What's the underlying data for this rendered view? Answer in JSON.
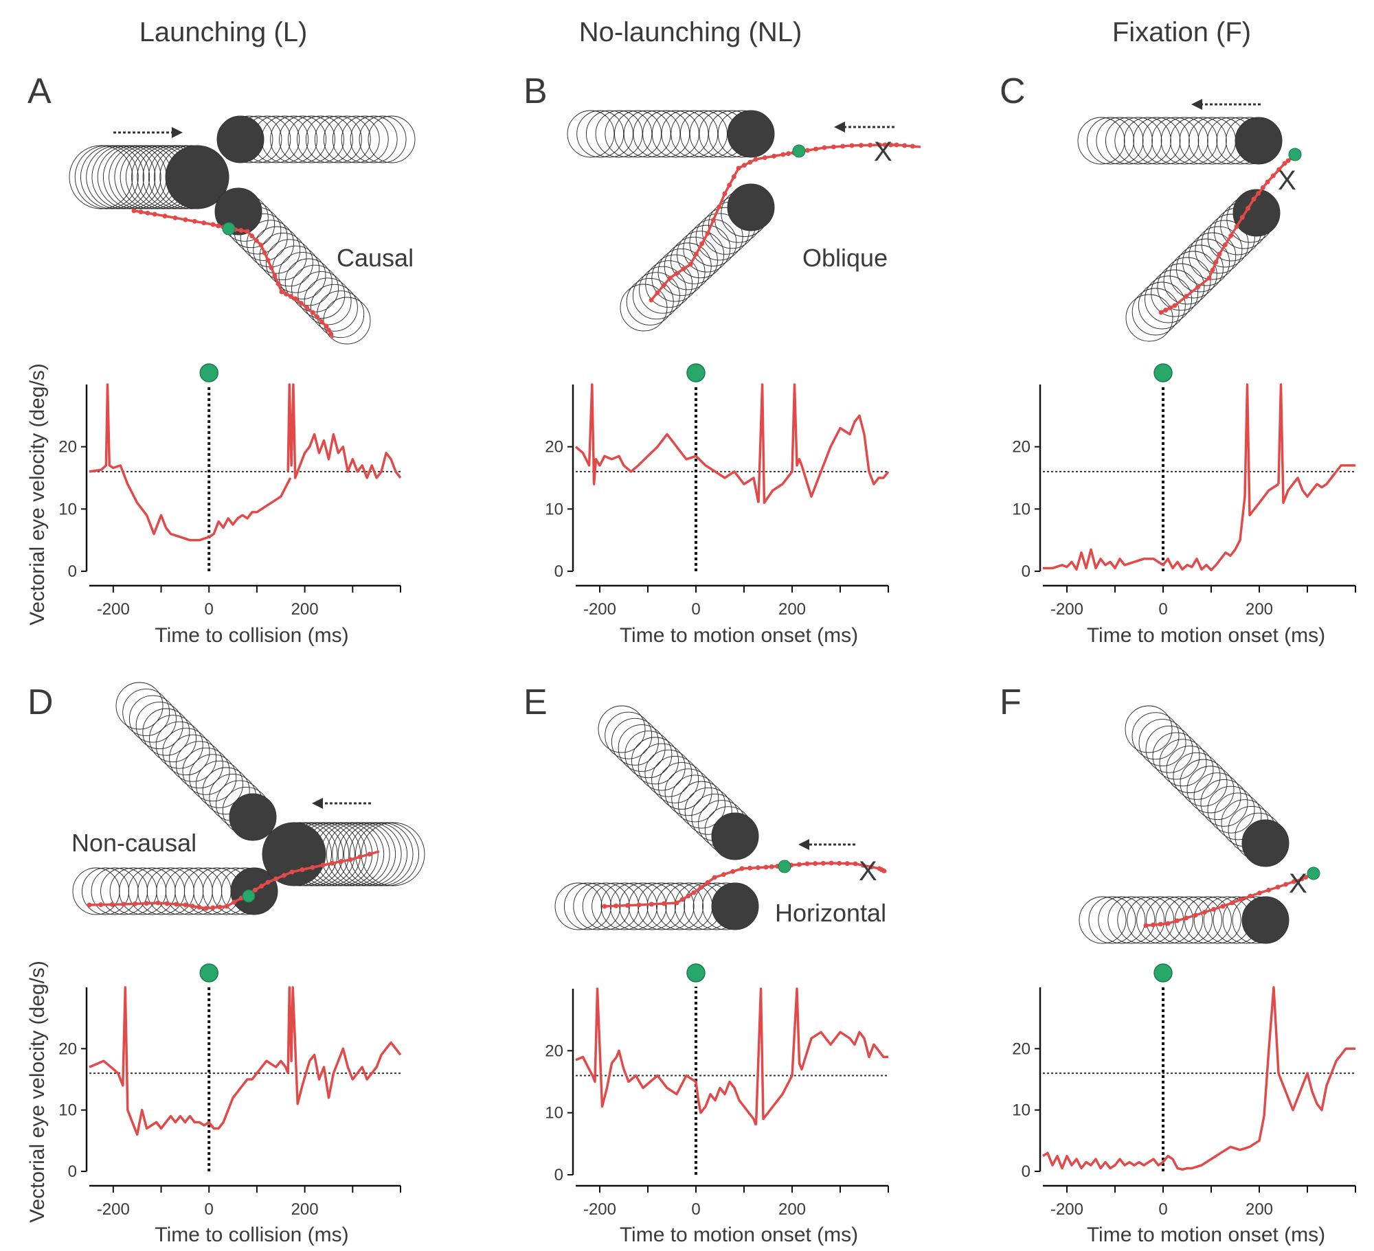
{
  "columns": [
    "Launching (L)",
    "No-launching (NL)",
    "Fixation (F)"
  ],
  "colors": {
    "trace": "#e24a4a",
    "marker": "#27a86a",
    "ball": "#3d3d3d"
  },
  "y_axis_label": "Vectorial eye velocity (deg/s)",
  "panels": [
    {
      "letter": "A",
      "label": "Causal",
      "xlabel": "Time to collision (ms)",
      "x_ticks": [
        "-200",
        "0",
        "200"
      ],
      "y_ticks": [
        "0",
        "10",
        "20"
      ]
    },
    {
      "letter": "B",
      "label": "Oblique",
      "xlabel": "Time to motion onset (ms)",
      "x_ticks": [
        "-200",
        "0",
        "200"
      ],
      "y_ticks": [
        "0",
        "10",
        "20"
      ]
    },
    {
      "letter": "C",
      "label": "",
      "xlabel": "Time to motion onset (ms)",
      "x_ticks": [
        "-200",
        "0",
        "200"
      ],
      "y_ticks": [
        "0",
        "10",
        "20"
      ]
    },
    {
      "letter": "D",
      "label": "Non-causal",
      "xlabel": "Time to collision (ms)",
      "x_ticks": [
        "-200",
        "0",
        "200"
      ],
      "y_ticks": [
        "0",
        "10",
        "20"
      ]
    },
    {
      "letter": "E",
      "label": "Horizontal",
      "xlabel": "Time to motion onset (ms)",
      "x_ticks": [
        "-200",
        "0",
        "200"
      ],
      "y_ticks": [
        "0",
        "10",
        "20"
      ]
    },
    {
      "letter": "F",
      "label": "",
      "xlabel": "Time to motion onset (ms)",
      "x_ticks": [
        "-200",
        "0",
        "200"
      ],
      "y_ticks": [
        "0",
        "10",
        "20"
      ]
    }
  ],
  "x_marks": [
    "X",
    "X",
    "X",
    "X"
  ],
  "chart_data": [
    {
      "type": "line",
      "panel": "A",
      "xlabel": "Time to collision (ms)",
      "ylabel": "Vectorial eye velocity (deg/s)",
      "xlim": [
        -250,
        400
      ],
      "ylim": [
        0,
        30
      ],
      "reference_y": 16,
      "series": [
        {
          "x": [
            -250,
            -225,
            -215,
            -212,
            -208,
            -200,
            -185,
            -170,
            -150,
            -130,
            -115,
            -100,
            -90,
            -80,
            -60,
            -40,
            -20,
            0,
            10,
            20,
            30,
            40,
            50,
            60,
            70,
            80,
            90,
            100,
            110,
            130,
            150,
            170
          ],
          "y": [
            16,
            16.3,
            17,
            30,
            17,
            16.6,
            17,
            14,
            11,
            9,
            6,
            9,
            7,
            6,
            5.5,
            5,
            5,
            5.5,
            6,
            8,
            7,
            8.5,
            7.5,
            8.5,
            9,
            8.5,
            9.5,
            9.5,
            10,
            11,
            12,
            15
          ]
        },
        {
          "x": [
            165,
            168,
            172,
            176,
            180,
            190,
            200,
            210,
            220,
            230,
            240,
            250,
            260,
            270,
            280,
            290,
            300,
            310,
            320,
            330,
            340,
            350,
            360,
            370,
            380,
            390,
            400
          ],
          "y": [
            16,
            30,
            17,
            30,
            15,
            17,
            19,
            20,
            22,
            19,
            21,
            18,
            22,
            19,
            20,
            16,
            18,
            16,
            17,
            15,
            17,
            15,
            16,
            19,
            18,
            16,
            15
          ]
        }
      ]
    },
    {
      "type": "line",
      "panel": "B",
      "xlabel": "Time to motion onset (ms)",
      "ylabel": "Vectorial eye velocity (deg/s)",
      "xlim": [
        -250,
        400
      ],
      "ylim": [
        0,
        30
      ],
      "reference_y": 16,
      "series": [
        {
          "x": [
            -250,
            -235,
            -222,
            -216,
            -212,
            -208,
            -200,
            -190,
            -175,
            -160,
            -150,
            -135,
            -120,
            -100,
            -80,
            -60,
            -40,
            -20,
            0,
            20,
            40,
            60,
            80,
            100,
            120,
            130
          ],
          "y": [
            20,
            19,
            17,
            30,
            14,
            18,
            17,
            18.5,
            18,
            18.5,
            17,
            16,
            17,
            18.5,
            20,
            22,
            20,
            18,
            18.5,
            17,
            16,
            15,
            16,
            14,
            15,
            11
          ]
        },
        {
          "x": [
            130,
            138,
            142,
            160,
            180,
            200,
            205,
            210,
            215,
            220,
            240,
            260,
            280,
            300,
            320,
            330,
            340,
            350,
            360,
            370,
            380,
            390,
            400
          ],
          "y": [
            11,
            30,
            11,
            13,
            14,
            16,
            30,
            17,
            18,
            17,
            12,
            16,
            20,
            23,
            22,
            24,
            25,
            22,
            16,
            14,
            15,
            15,
            16
          ]
        }
      ]
    },
    {
      "type": "line",
      "panel": "C",
      "xlabel": "Time to motion onset (ms)",
      "ylabel": "Vectorial eye velocity (deg/s)",
      "xlim": [
        -250,
        400
      ],
      "ylim": [
        0,
        30
      ],
      "reference_y": 16,
      "series": [
        {
          "x": [
            -250,
            -230,
            -210,
            -200,
            -190,
            -180,
            -170,
            -160,
            -150,
            -140,
            -130,
            -120,
            -110,
            -100,
            -90,
            -80,
            -60,
            -40,
            -20,
            0,
            10,
            20,
            30,
            40,
            50,
            60,
            70,
            80,
            90,
            100,
            110,
            120,
            130,
            140,
            150,
            160,
            170,
            175,
            180,
            190,
            200,
            220,
            240
          ],
          "y": [
            0.5,
            0.5,
            1,
            0.7,
            1.5,
            0.3,
            3,
            0.5,
            3.5,
            0.5,
            2,
            1,
            1.5,
            0.5,
            2,
            1,
            1.5,
            2,
            2,
            1,
            2,
            0.5,
            1.5,
            0.3,
            1,
            0.7,
            2,
            0.3,
            1,
            0.2,
            1,
            2,
            3,
            2.5,
            3.5,
            5,
            12,
            30,
            9,
            10,
            11,
            13,
            14
          ]
        },
        {
          "x": [
            240,
            245,
            250,
            260,
            270,
            280,
            290,
            300,
            310,
            320,
            330,
            340,
            350,
            360,
            370,
            380,
            390,
            400
          ],
          "y": [
            14,
            30,
            11,
            13,
            14,
            15,
            13,
            12,
            13,
            14,
            13.5,
            14,
            15,
            16,
            17,
            17,
            17,
            17
          ]
        }
      ]
    },
    {
      "type": "line",
      "panel": "D",
      "xlabel": "Time to collision (ms)",
      "ylabel": "Vectorial eye velocity (deg/s)",
      "xlim": [
        -250,
        400
      ],
      "ylim": [
        0,
        30
      ],
      "reference_y": 16,
      "series": [
        {
          "x": [
            -250,
            -235,
            -220,
            -205,
            -190,
            -180,
            -175,
            -170,
            -160,
            -150,
            -140,
            -130,
            -120,
            -110,
            -100,
            -90,
            -80,
            -70,
            -60,
            -50,
            -40,
            -30,
            -20,
            -10,
            0,
            10,
            20,
            30,
            40,
            50,
            60,
            70,
            80,
            90,
            100,
            110,
            120,
            130,
            140,
            150,
            160,
            165
          ],
          "y": [
            17,
            17.5,
            18,
            17,
            16,
            14,
            30,
            10,
            8,
            6,
            10,
            7,
            7.5,
            8,
            7,
            8,
            9,
            8,
            9,
            8,
            9,
            8,
            8,
            7.5,
            8,
            7,
            7,
            8,
            10,
            12,
            13,
            14,
            15,
            15,
            16,
            17,
            18,
            17.5,
            17,
            18,
            17,
            16
          ]
        },
        {
          "x": [
            165,
            168,
            172,
            175,
            185,
            195,
            210,
            220,
            230,
            240,
            250,
            260,
            270,
            280,
            290,
            300,
            310,
            320,
            330,
            340,
            350,
            360,
            370,
            380,
            390,
            400
          ],
          "y": [
            16,
            30,
            18,
            30,
            11,
            14,
            18,
            19,
            15,
            17,
            12,
            16,
            18,
            20,
            17,
            15,
            16,
            17,
            15,
            16,
            17,
            19,
            20,
            21,
            20,
            19
          ]
        }
      ]
    },
    {
      "type": "line",
      "panel": "E",
      "xlabel": "Time to motion onset (ms)",
      "ylabel": "Vectorial eye velocity (deg/s)",
      "xlim": [
        -250,
        400
      ],
      "ylim": [
        0,
        30
      ],
      "reference_y": 16,
      "series": [
        {
          "x": [
            -250,
            -235,
            -222,
            -215,
            -210,
            -205,
            -195,
            -185,
            -175,
            -165,
            -160,
            -150,
            -140,
            -125,
            -110,
            -95,
            -80,
            -60,
            -40,
            -20,
            0,
            5,
            10,
            20,
            30,
            40,
            50,
            60,
            70,
            80,
            90,
            100,
            110,
            120,
            125
          ],
          "y": [
            18.5,
            19,
            17,
            16,
            15,
            30,
            11,
            14,
            18,
            19,
            20,
            17,
            15,
            16,
            14,
            15,
            16,
            14,
            13,
            16,
            15,
            12,
            10,
            11,
            13,
            12,
            14,
            13,
            15,
            14,
            12,
            11,
            10,
            9,
            8
          ]
        },
        {
          "x": [
            125,
            135,
            140,
            160,
            180,
            200,
            210,
            215,
            220,
            240,
            260,
            280,
            300,
            320,
            330,
            340,
            350,
            360,
            370,
            380,
            390,
            400
          ],
          "y": [
            8,
            30,
            9,
            11,
            13,
            16,
            30,
            18,
            17,
            22,
            23,
            21,
            23,
            22,
            21,
            23,
            22,
            19,
            21,
            20,
            19,
            19
          ]
        }
      ]
    },
    {
      "type": "line",
      "panel": "F",
      "xlabel": "Time to motion onset (ms)",
      "ylabel": "Vectorial eye velocity (deg/s)",
      "xlim": [
        -250,
        400
      ],
      "ylim": [
        0,
        30
      ],
      "reference_y": 16,
      "series": [
        {
          "x": [
            -250,
            -240,
            -230,
            -220,
            -210,
            -200,
            -190,
            -180,
            -170,
            -160,
            -150,
            -140,
            -130,
            -120,
            -110,
            -100,
            -90,
            -80,
            -70,
            -60,
            -50,
            -40,
            -30,
            -20,
            -10,
            0,
            10,
            20,
            30,
            40,
            50,
            60,
            80,
            100,
            120,
            140,
            160,
            180,
            200,
            210,
            220,
            230,
            240
          ],
          "y": [
            2.5,
            3,
            1,
            2.5,
            0.5,
            2.5,
            1,
            2,
            0.5,
            1.5,
            1,
            2,
            0.5,
            1.5,
            0.5,
            1,
            2,
            1,
            1.5,
            1,
            1.5,
            1,
            1.5,
            2,
            1,
            1.5,
            2.5,
            2,
            0.5,
            0.3,
            0.5,
            0.5,
            1,
            2,
            3,
            4,
            3.5,
            4,
            5,
            9,
            20,
            30,
            16
          ]
        },
        {
          "x": [
            240,
            250,
            260,
            270,
            280,
            290,
            300,
            310,
            320,
            330,
            340,
            350,
            360,
            370,
            380,
            390,
            400
          ],
          "y": [
            16,
            14,
            12,
            10,
            12,
            14,
            16,
            13,
            11,
            10,
            14,
            16,
            18,
            19,
            20,
            20,
            20
          ]
        }
      ]
    }
  ]
}
